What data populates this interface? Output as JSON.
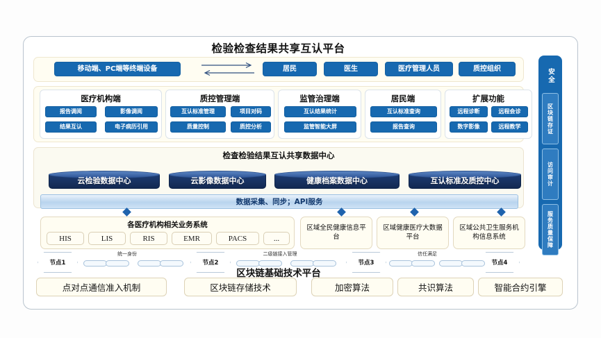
{
  "title": "检验检查结果共享互认平台",
  "terminal_row": {
    "terminal_label": "移动端、PC端等终端设备",
    "roles": [
      "居民",
      "医生",
      "医疗管理人员",
      "质控组织"
    ]
  },
  "groups": [
    {
      "title": "医疗机构端",
      "items": [
        "报告调阅",
        "影像调阅",
        "结果互认",
        "电子病历引用"
      ]
    },
    {
      "title": "质控管理端",
      "items": [
        "互认标准管理",
        "项目对码",
        "质量控制",
        "质控分析"
      ]
    },
    {
      "title": "监管治理端",
      "items": [
        "互认结果统计",
        "监管智能大屏"
      ]
    },
    {
      "title": "居民端",
      "items": [
        "互认标准查询",
        "报告查询"
      ]
    },
    {
      "title": "扩展功能",
      "items": [
        "远程诊断",
        "远程会诊",
        "数字影像",
        "远程教学"
      ]
    }
  ],
  "data_center": {
    "title": "检查检验结果互认共享数据中心",
    "centers": [
      "云检验数据中心",
      "云影像数据中心",
      "健康档案数据中心",
      "互认标准及质控中心"
    ],
    "api_bar": "数据采集、同步；API服务"
  },
  "systems": {
    "main_title": "各医疗机构相关业务系统",
    "main_tags": [
      "HIS",
      "LIS",
      "RIS",
      "EMR",
      "PACS",
      "..."
    ],
    "platforms": [
      "区域全民健康信息平台",
      "区域健康医疗大数据平台",
      "区域公共卫生服务机构信息系统"
    ]
  },
  "blockchain": {
    "nodes": [
      "节点1",
      "节点2",
      "节点3",
      "节点4"
    ],
    "chain_labels": [
      "统一身份",
      "二级链接入管理",
      "信任满足"
    ],
    "platform_title": "区块链基础技术平台",
    "capabilities": [
      "点对点通信准入机制",
      "区块链存储技术",
      "加密算法",
      "共识算法",
      "智能合约引擎"
    ]
  },
  "sidebar": {
    "title": "安全",
    "items": [
      "区块链存证",
      "访问审计",
      "服务质量保障"
    ]
  },
  "colors": {
    "primary_blue": "#1769b0",
    "deep_navy": "#17305e",
    "cream": "#fffdf2",
    "frame_border": "#b9c4ce"
  }
}
